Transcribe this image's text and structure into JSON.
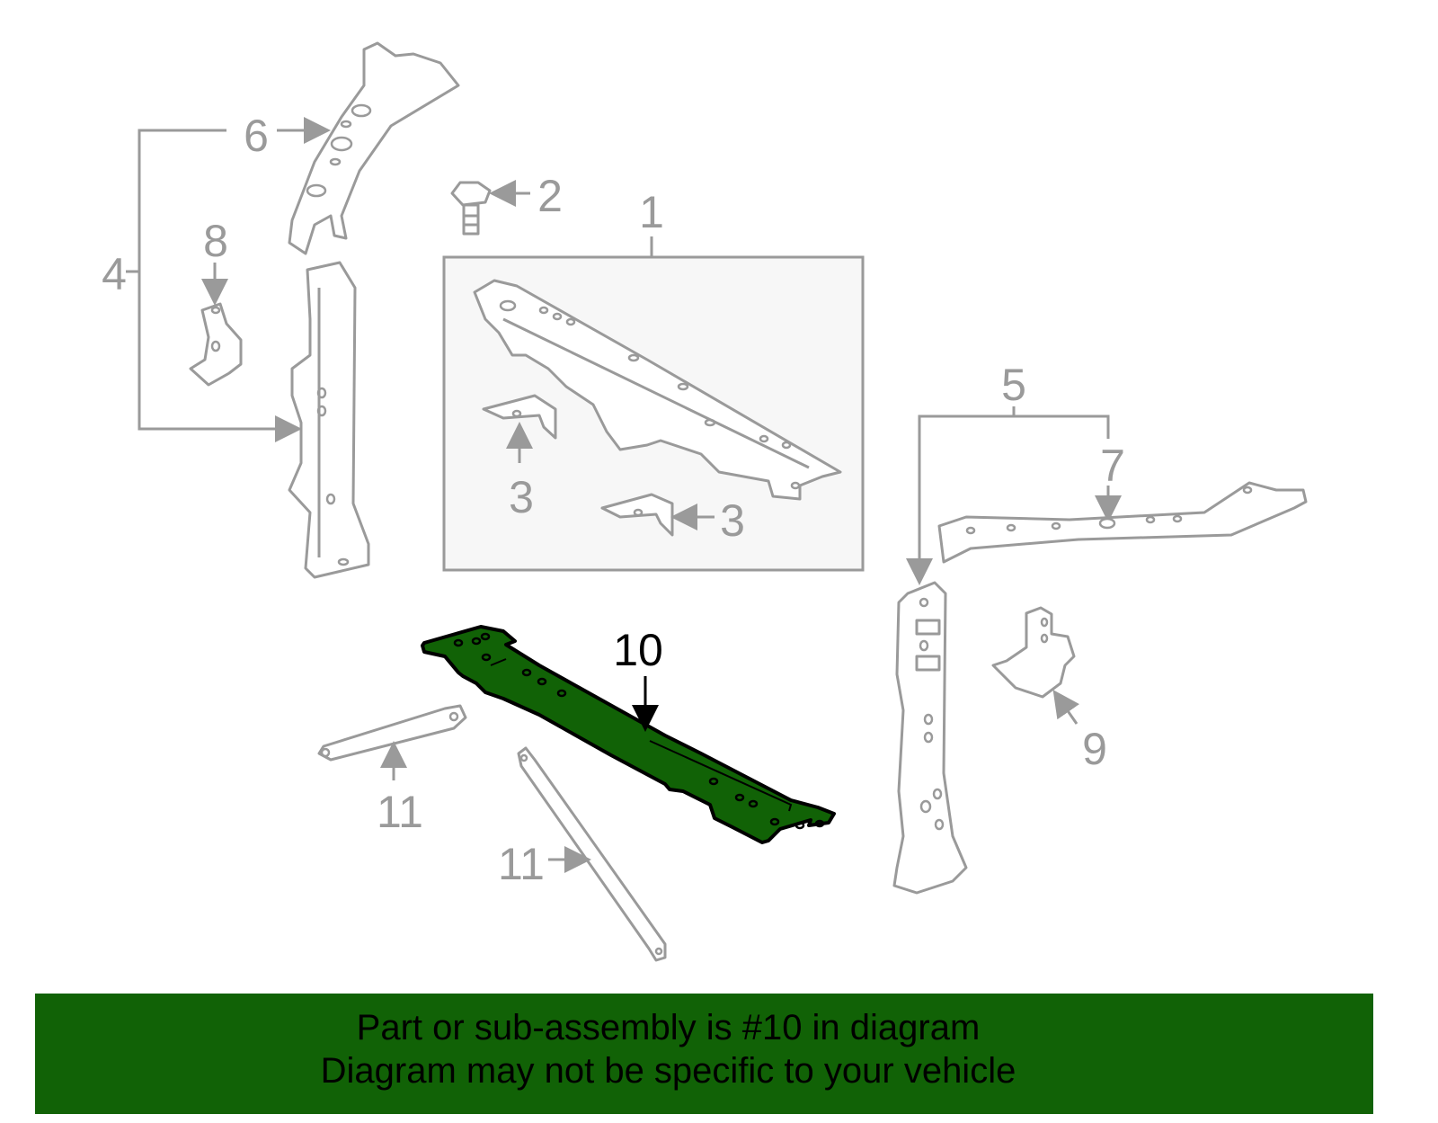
{
  "diagram": {
    "callouts": [
      "1",
      "2",
      "3",
      "3",
      "4",
      "5",
      "6",
      "7",
      "8",
      "9",
      "10",
      "11",
      "11"
    ],
    "highlighted_part": "10",
    "colors": {
      "highlight": "#116206",
      "line": "#9a9a9a",
      "outline": "#000000"
    }
  },
  "banner": {
    "line1": "Part or sub-assembly is #10 in diagram",
    "line2": "Diagram may not be specific to your vehicle"
  }
}
